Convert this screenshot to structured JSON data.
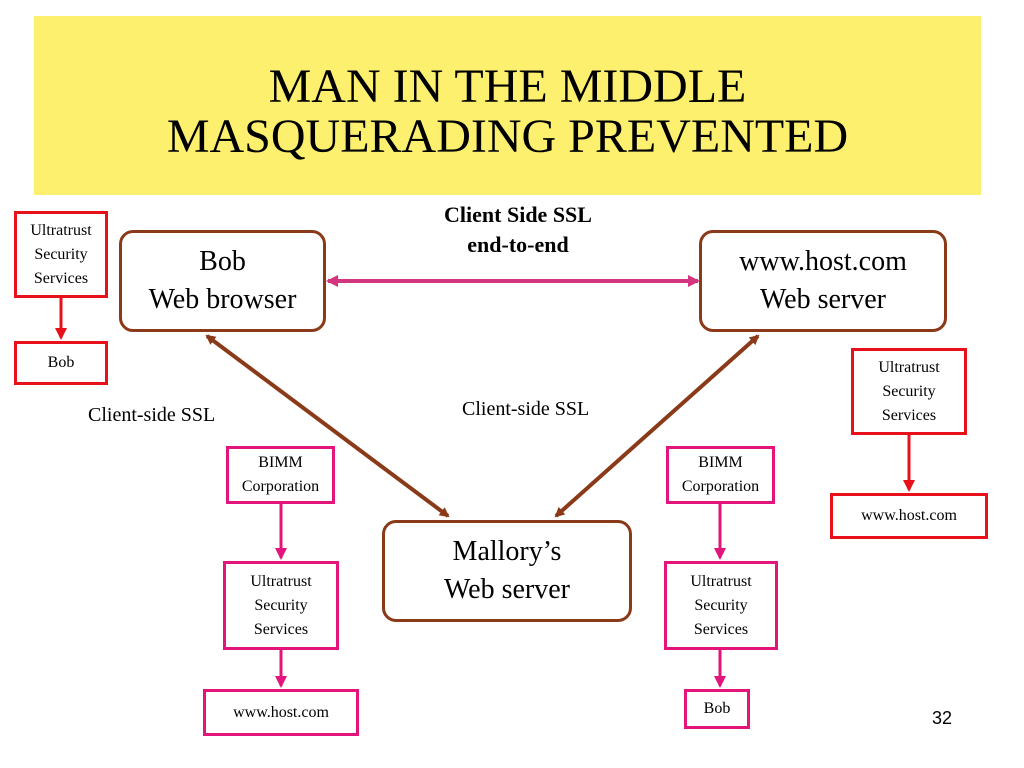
{
  "slide": {
    "title_lines": [
      "MAN IN THE MIDDLE",
      "MASQUERADING PREVENTED"
    ],
    "page_number": "32",
    "colors": {
      "title_band": "#fdf06f",
      "red_border": "#e8101a",
      "pink_border": "#e3147a",
      "node_border": "#8a3a18",
      "ssl_arrow": "#d4357f"
    }
  },
  "labels": {
    "client_side_ssl_top": [
      "Client Side SSL",
      "end-to-end"
    ],
    "client_side_ssl_left": "Client-side SSL",
    "client_side_ssl_center": "Client-side SSL"
  },
  "nodes": {
    "bob_browser": [
      "Bob",
      "Web browser"
    ],
    "host_server": [
      "www.host.com",
      "Web server"
    ],
    "mallory_server": [
      "Mallory’s",
      "Web server"
    ]
  },
  "chains": {
    "left_top": {
      "issuer": [
        "Ultratrust",
        "Security",
        "Services"
      ],
      "subject": "Bob"
    },
    "right_top": {
      "issuer": [
        "Ultratrust",
        "Security",
        "Services"
      ],
      "subject": "www.host.com"
    },
    "mallory_left": {
      "ca": [
        "BIMM",
        "Corporation"
      ],
      "issuer": [
        "Ultratrust",
        "Security",
        "Services"
      ],
      "subject": "www.host.com"
    },
    "mallory_right": {
      "ca": [
        "BIMM",
        "Corporation"
      ],
      "issuer": [
        "Ultratrust",
        "Security",
        "Services"
      ],
      "subject": "Bob"
    }
  }
}
